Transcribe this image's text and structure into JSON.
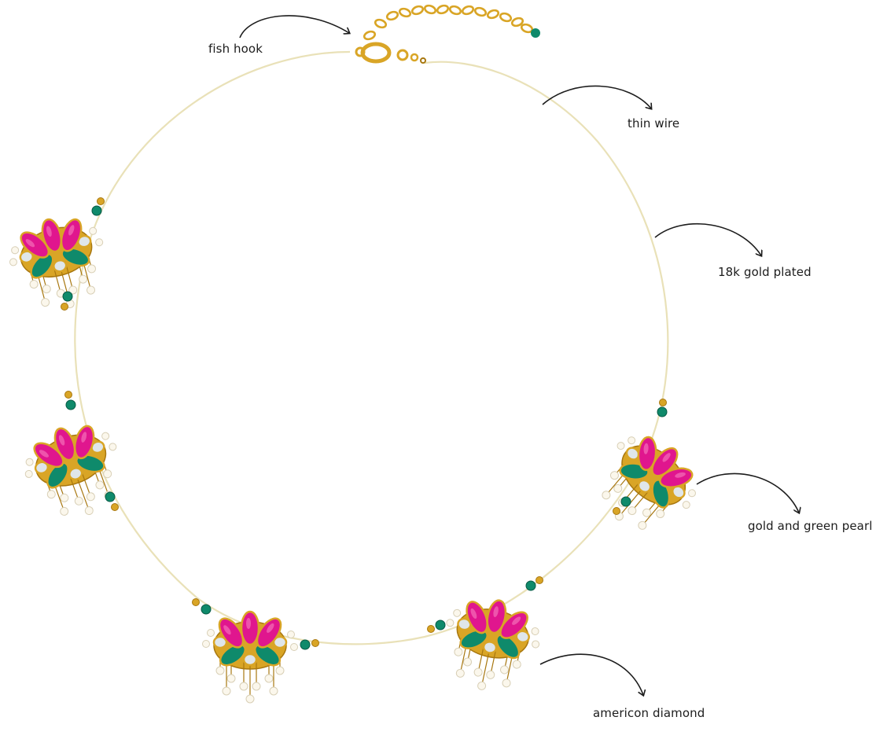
{
  "annotations": {
    "fish_hook": "fish hook",
    "thin_wire": "thin wire",
    "gold_plated": "18k gold plated",
    "gold_green_pearl": "gold and green pearl",
    "american_diamond": "americon diamond"
  },
  "colors": {
    "wire": "#e9e1b8",
    "gold": "#d9a526",
    "gold_dark": "#a8770f",
    "magenta": "#e0168e",
    "magenta_dark": "#a80f6a",
    "green": "#0f8a6b",
    "green_dark": "#075a45",
    "kundan": "#dfe6ea",
    "pearl": "#fbf7ec",
    "ink": "#1c1c1c"
  },
  "icons": [
    "curved-arrow-icon"
  ]
}
